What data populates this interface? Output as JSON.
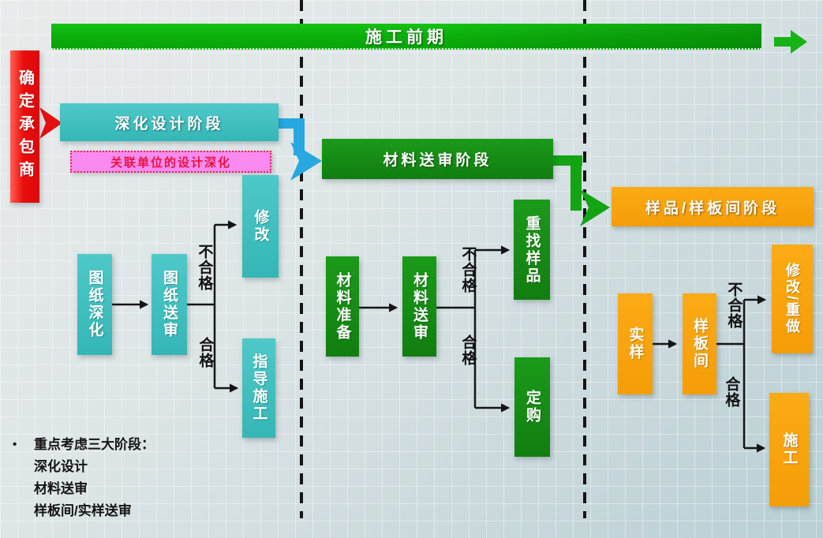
{
  "banner": {
    "label": "施工前期"
  },
  "contractor": {
    "label": "确定承包商"
  },
  "phases": {
    "design": {
      "header": "深化设计阶段",
      "related": "关联单位的设计深化",
      "step1": "图纸深化",
      "step2": "图纸送审",
      "fail_label": "不合格",
      "pass_label": "合格",
      "fail_action": "修改",
      "pass_action": "指导施工"
    },
    "material": {
      "header": "材料送审阶段",
      "step1": "材料准备",
      "step2": "材料送审",
      "fail_label": "不合格",
      "pass_label": "合格",
      "fail_action": "重找样品",
      "pass_action": "定购"
    },
    "sample": {
      "header": "样品/样板间阶段",
      "step1": "实样",
      "step2": "样板间",
      "fail_label": "不合格",
      "pass_label": "合格",
      "fail_action": "修改/重做",
      "pass_action": "施工"
    }
  },
  "notes": {
    "bullet": "•",
    "title": "重点考虑三大阶段：",
    "items": [
      "深化设计",
      "材料送审",
      "样板间/实样送审"
    ]
  },
  "colors": {
    "banner_green": "#0cb00c",
    "dark_green": "#168a16",
    "teal": "#3fbfbf",
    "orange": "#f9a512",
    "red": "#ea0d0d",
    "pink": "#f98bf0",
    "pink_border": "#e02848",
    "blue_arrow": "#28a8e0",
    "connector_black": "#151515"
  }
}
